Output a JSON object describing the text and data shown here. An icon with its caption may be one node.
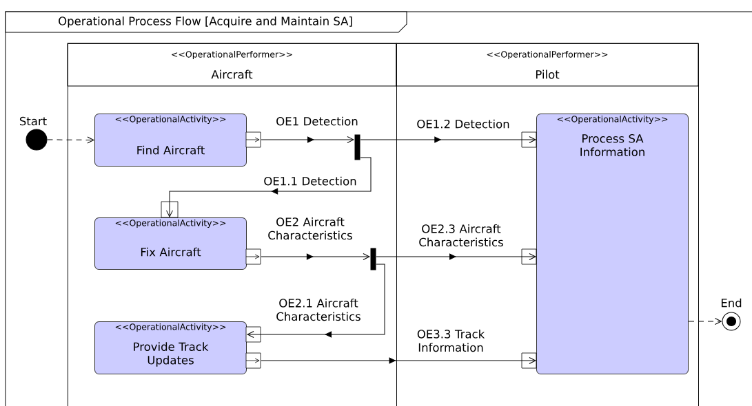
{
  "diagram": {
    "title": "Operational Process Flow [Acquire and Maintain SA]",
    "nodes": [
      {
        "text": [
          "<<OperationalPerformer>>",
          "Aircraft"
        ]
      },
      {
        "text": [
          "<<OperationalPerformer>>",
          "Pilot"
        ]
      },
      {
        "text": [],
        "shape": "circle",
        "beside": [
          "Start"
        ]
      },
      {
        "text": [
          "<<OperationalActivity>>",
          "Find Aircraft"
        ],
        "in": 0
      },
      {
        "text": [
          "<<OperationalActivity>>",
          "Fix Aircraft"
        ],
        "in": 0
      },
      {
        "text": [
          "<<OperationalActivity>>",
          "Provide Track Updates"
        ],
        "in": 0
      },
      {
        "text": [
          "<<OperationalActivity>>",
          "Process SA Information"
        ],
        "in": 1
      },
      {
        "text": [],
        "shape": "bar",
        "in": 0
      },
      {
        "text": [],
        "shape": "bar",
        "in": 0
      },
      {
        "text": [],
        "shape": "circle",
        "beside": [
          "End"
        ]
      }
    ],
    "edges": [
      {
        "from": 2,
        "to": 3,
        "arrow": "to",
        "style": "dashed"
      },
      {
        "from": 3,
        "to": 7,
        "arrow": "to",
        "label": "OE1 Detection"
      },
      {
        "from": 7,
        "to": 6,
        "arrow": "to",
        "label": "OE1.2 Detection"
      },
      {
        "from": 7,
        "to": 4,
        "arrow": "to",
        "label": "OE1.1 Detection"
      },
      {
        "from": 4,
        "to": 8,
        "arrow": "to",
        "label": "OE2 Aircraft Characteristics"
      },
      {
        "from": 8,
        "to": 6,
        "arrow": "to",
        "label": "OE2.3 Aircraft Characteristics"
      },
      {
        "from": 8,
        "to": 5,
        "arrow": "to",
        "label": "OE2.1 Aircraft Characteristics"
      },
      {
        "from": 5,
        "to": 6,
        "arrow": "to",
        "label": "OE3.3 Track Information"
      },
      {
        "from": 6,
        "to": 9,
        "arrow": "to",
        "style": "dashed"
      }
    ]
  }
}
